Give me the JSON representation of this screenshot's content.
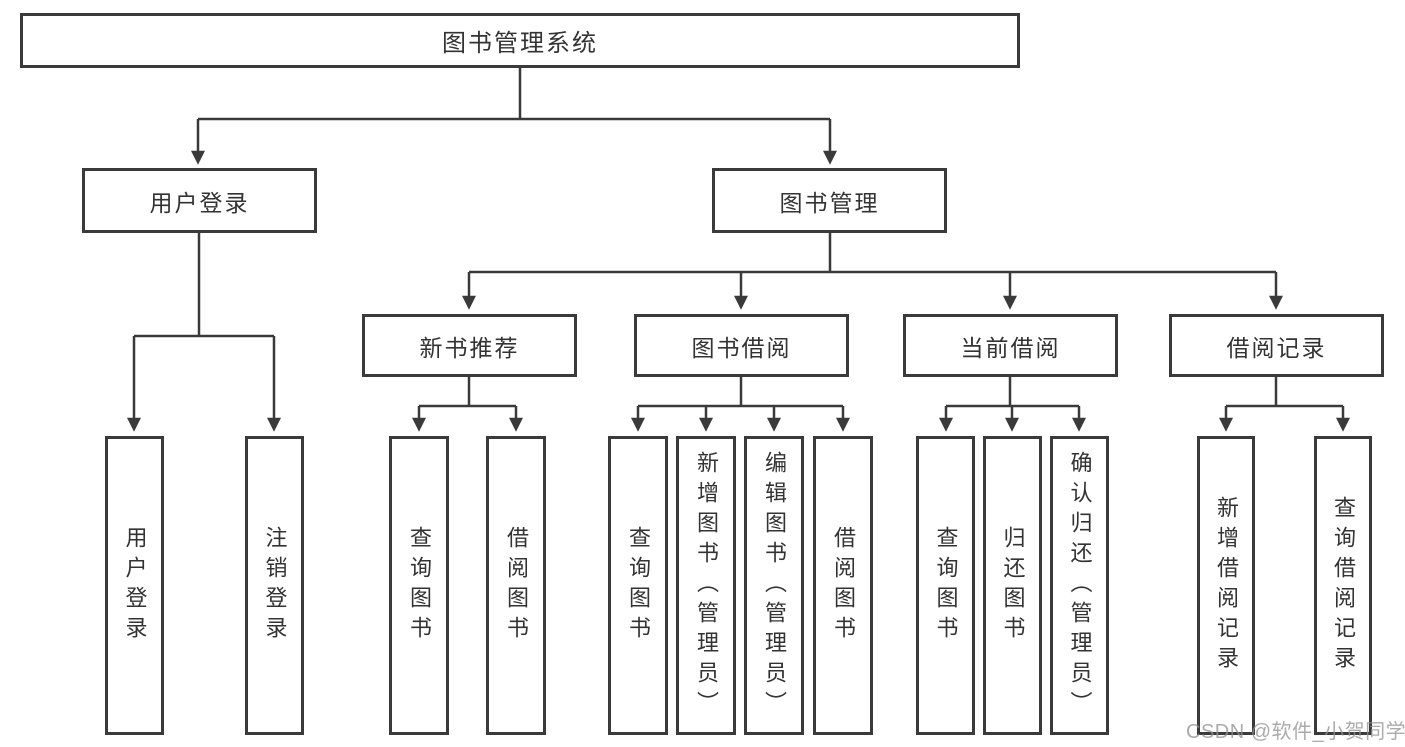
{
  "title": "图书管理系统",
  "branches": [
    {
      "label": "用户登录",
      "leaves": [
        "用户登录",
        "注销登录"
      ]
    },
    {
      "label": "图书管理",
      "groups": [
        {
          "label": "新书推荐",
          "leaves": [
            "查询图书",
            "借阅图书"
          ]
        },
        {
          "label": "图书借阅",
          "leaves": [
            "查询图书",
            "新增图书（管理员）",
            "编辑图书（管理员）",
            "借阅图书"
          ]
        },
        {
          "label": "当前借阅",
          "leaves": [
            "查询图书",
            "归还图书",
            "确认归还（管理员）"
          ]
        },
        {
          "label": "借阅记录",
          "leaves": [
            "新增借阅记录",
            "查询借阅记录"
          ]
        }
      ]
    }
  ],
  "watermark": "CSDN @软件_小贺同学",
  "colors": {
    "line": "#3a3a3a",
    "box_border": "#3a3a3a",
    "text": "#333333",
    "background": "#ffffff",
    "watermark": "#949494"
  }
}
